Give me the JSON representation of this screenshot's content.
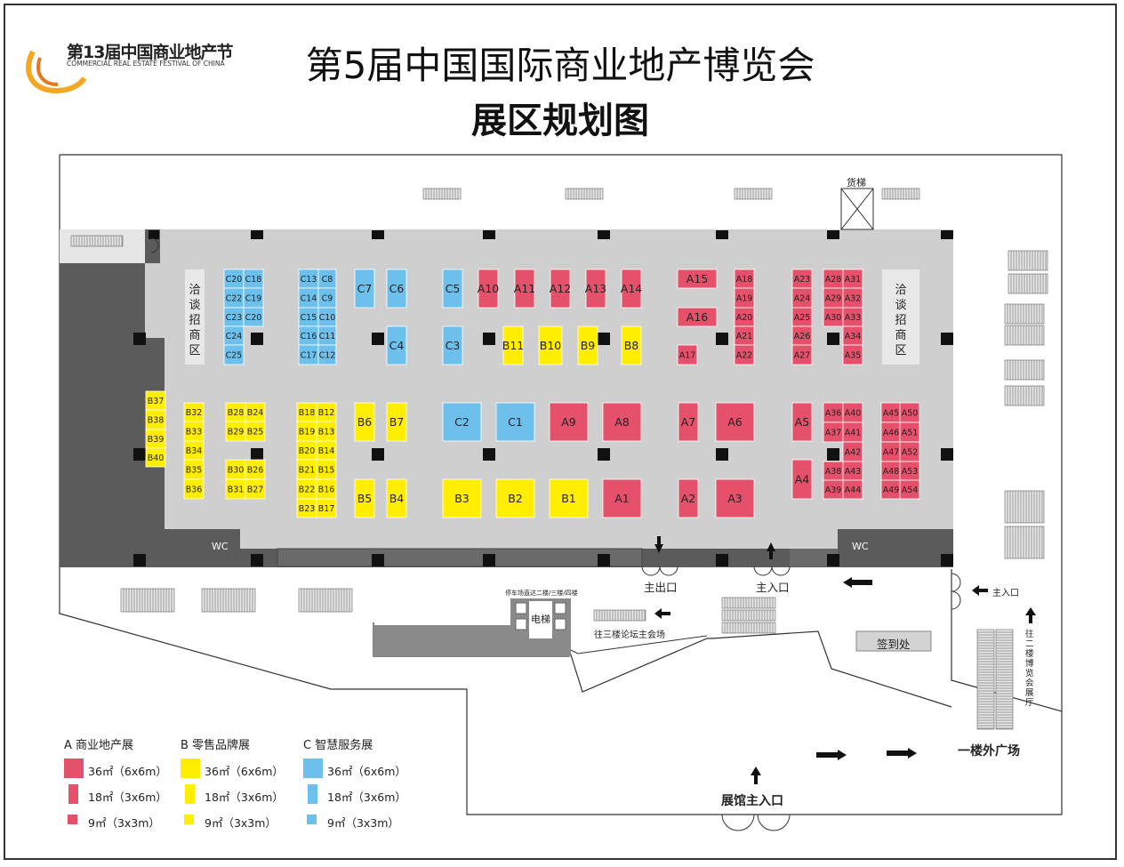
{
  "logo": {
    "title": "第13届中国商业地产节",
    "subtitle": "COMMERCIAL REAL ESTATE FESTIVAL OF CHINA"
  },
  "header": {
    "title": "第5届中国国际商业地产博览会",
    "subtitle": "展区规划图"
  },
  "colors": {
    "A": "#e5506a",
    "B": "#ffee00",
    "C": "#6ec0ec",
    "hall": "#cfcfcf",
    "wall": "#5b5b5b"
  },
  "map_labels": {
    "freight_elevator": "货梯",
    "negotiation_left": "洽谈招商区",
    "negotiation_right": "洽谈招商区",
    "wc_left": "WC",
    "wc_right": "WC",
    "main_exit": "主出口",
    "main_entrance": "主入口",
    "main_entrance_side": "主入口",
    "elevator": "电梯",
    "parking_note": "停车场直达二楼/三楼/四楼",
    "forum_note": "往三楼论坛主会场",
    "registration": "签到处",
    "to_second_floor": "往二楼博览会展厅",
    "hall_main_entrance": "展馆主入口",
    "outdoor_plaza": "一楼外广场"
  },
  "legend": {
    "categories": [
      {
        "name": "A 商业地产展",
        "color": "#e5506a",
        "items": [
          "36㎡（6x6m）",
          "18㎡（3x6m）",
          "9㎡（3x3m）"
        ]
      },
      {
        "name": "B 零售品牌展",
        "color": "#ffee00",
        "items": [
          "36㎡（6x6m）",
          "18㎡（3x6m）",
          "9㎡（3x3m）"
        ]
      },
      {
        "name": "C 智慧服务展",
        "color": "#6ec0ec",
        "items": [
          "36㎡（6x6m）",
          "18㎡（3x6m）",
          "9㎡（3x3m）"
        ]
      }
    ]
  },
  "booths": [
    {
      "id": "C20",
      "cat": "C"
    },
    {
      "id": "C18",
      "cat": "C"
    },
    {
      "id": "C22",
      "cat": "C"
    },
    {
      "id": "C19",
      "cat": "C"
    },
    {
      "id": "C23",
      "cat": "C"
    },
    {
      "id": "C20",
      "cat": "C"
    },
    {
      "id": "C24",
      "cat": "C"
    },
    {
      "id": "C25",
      "cat": "C"
    },
    {
      "id": "C13",
      "cat": "C"
    },
    {
      "id": "C8",
      "cat": "C"
    },
    {
      "id": "C14",
      "cat": "C"
    },
    {
      "id": "C9",
      "cat": "C"
    },
    {
      "id": "C15",
      "cat": "C"
    },
    {
      "id": "C10",
      "cat": "C"
    },
    {
      "id": "C16",
      "cat": "C"
    },
    {
      "id": "C11",
      "cat": "C"
    },
    {
      "id": "C17",
      "cat": "C"
    },
    {
      "id": "C12",
      "cat": "C"
    },
    {
      "id": "C7",
      "cat": "C"
    },
    {
      "id": "C6",
      "cat": "C"
    },
    {
      "id": "C4",
      "cat": "C"
    },
    {
      "id": "C5",
      "cat": "C"
    },
    {
      "id": "C3",
      "cat": "C"
    },
    {
      "id": "C2",
      "cat": "C"
    },
    {
      "id": "C1",
      "cat": "C"
    },
    {
      "id": "A10",
      "cat": "A"
    },
    {
      "id": "A11",
      "cat": "A"
    },
    {
      "id": "A12",
      "cat": "A"
    },
    {
      "id": "A13",
      "cat": "A"
    },
    {
      "id": "A14",
      "cat": "A"
    },
    {
      "id": "B11",
      "cat": "B"
    },
    {
      "id": "B10",
      "cat": "B"
    },
    {
      "id": "B9",
      "cat": "B"
    },
    {
      "id": "B8",
      "cat": "B"
    },
    {
      "id": "A15",
      "cat": "A"
    },
    {
      "id": "A16",
      "cat": "A"
    },
    {
      "id": "A17",
      "cat": "A"
    },
    {
      "id": "A18",
      "cat": "A"
    },
    {
      "id": "A19",
      "cat": "A"
    },
    {
      "id": "A20",
      "cat": "A"
    },
    {
      "id": "A21",
      "cat": "A"
    },
    {
      "id": "A22",
      "cat": "A"
    },
    {
      "id": "A23",
      "cat": "A"
    },
    {
      "id": "A24",
      "cat": "A"
    },
    {
      "id": "A25",
      "cat": "A"
    },
    {
      "id": "A26",
      "cat": "A"
    },
    {
      "id": "A27",
      "cat": "A"
    },
    {
      "id": "A28",
      "cat": "A"
    },
    {
      "id": "A31",
      "cat": "A"
    },
    {
      "id": "A29",
      "cat": "A"
    },
    {
      "id": "A32",
      "cat": "A"
    },
    {
      "id": "A30",
      "cat": "A"
    },
    {
      "id": "A33",
      "cat": "A"
    },
    {
      "id": "A34",
      "cat": "A"
    },
    {
      "id": "A35",
      "cat": "A"
    },
    {
      "id": "B37",
      "cat": "B"
    },
    {
      "id": "B38",
      "cat": "B"
    },
    {
      "id": "B39",
      "cat": "B"
    },
    {
      "id": "B40",
      "cat": "B"
    },
    {
      "id": "B32",
      "cat": "B"
    },
    {
      "id": "B33",
      "cat": "B"
    },
    {
      "id": "B34",
      "cat": "B"
    },
    {
      "id": "B35",
      "cat": "B"
    },
    {
      "id": "B36",
      "cat": "B"
    },
    {
      "id": "B28",
      "cat": "B"
    },
    {
      "id": "B24",
      "cat": "B"
    },
    {
      "id": "B29",
      "cat": "B"
    },
    {
      "id": "B25",
      "cat": "B"
    },
    {
      "id": "B30",
      "cat": "B"
    },
    {
      "id": "B26",
      "cat": "B"
    },
    {
      "id": "B31",
      "cat": "B"
    },
    {
      "id": "B27",
      "cat": "B"
    },
    {
      "id": "B18",
      "cat": "B"
    },
    {
      "id": "B12",
      "cat": "B"
    },
    {
      "id": "B19",
      "cat": "B"
    },
    {
      "id": "B13",
      "cat": "B"
    },
    {
      "id": "B20",
      "cat": "B"
    },
    {
      "id": "B14",
      "cat": "B"
    },
    {
      "id": "B21",
      "cat": "B"
    },
    {
      "id": "B15",
      "cat": "B"
    },
    {
      "id": "B22",
      "cat": "B"
    },
    {
      "id": "B16",
      "cat": "B"
    },
    {
      "id": "B23",
      "cat": "B"
    },
    {
      "id": "B17",
      "cat": "B"
    },
    {
      "id": "B6",
      "cat": "B"
    },
    {
      "id": "B7",
      "cat": "B"
    },
    {
      "id": "B5",
      "cat": "B"
    },
    {
      "id": "B4",
      "cat": "B"
    },
    {
      "id": "A9",
      "cat": "A"
    },
    {
      "id": "A8",
      "cat": "A"
    },
    {
      "id": "A7",
      "cat": "A"
    },
    {
      "id": "A6",
      "cat": "A"
    },
    {
      "id": "A5",
      "cat": "A"
    },
    {
      "id": "A36",
      "cat": "A"
    },
    {
      "id": "A40",
      "cat": "A"
    },
    {
      "id": "A37",
      "cat": "A"
    },
    {
      "id": "A41",
      "cat": "A"
    },
    {
      "id": "A42",
      "cat": "A"
    },
    {
      "id": "A38",
      "cat": "A"
    },
    {
      "id": "A43",
      "cat": "A"
    },
    {
      "id": "A39",
      "cat": "A"
    },
    {
      "id": "A44",
      "cat": "A"
    },
    {
      "id": "A45",
      "cat": "A"
    },
    {
      "id": "A50",
      "cat": "A"
    },
    {
      "id": "A46",
      "cat": "A"
    },
    {
      "id": "A51",
      "cat": "A"
    },
    {
      "id": "A47",
      "cat": "A"
    },
    {
      "id": "A52",
      "cat": "A"
    },
    {
      "id": "A48",
      "cat": "A"
    },
    {
      "id": "A53",
      "cat": "A"
    },
    {
      "id": "A49",
      "cat": "A"
    },
    {
      "id": "A54",
      "cat": "A"
    },
    {
      "id": "A4",
      "cat": "A"
    },
    {
      "id": "B3",
      "cat": "B"
    },
    {
      "id": "B2",
      "cat": "B"
    },
    {
      "id": "B1",
      "cat": "B"
    },
    {
      "id": "A1",
      "cat": "A"
    },
    {
      "id": "A2",
      "cat": "A"
    },
    {
      "id": "A3",
      "cat": "A"
    }
  ]
}
